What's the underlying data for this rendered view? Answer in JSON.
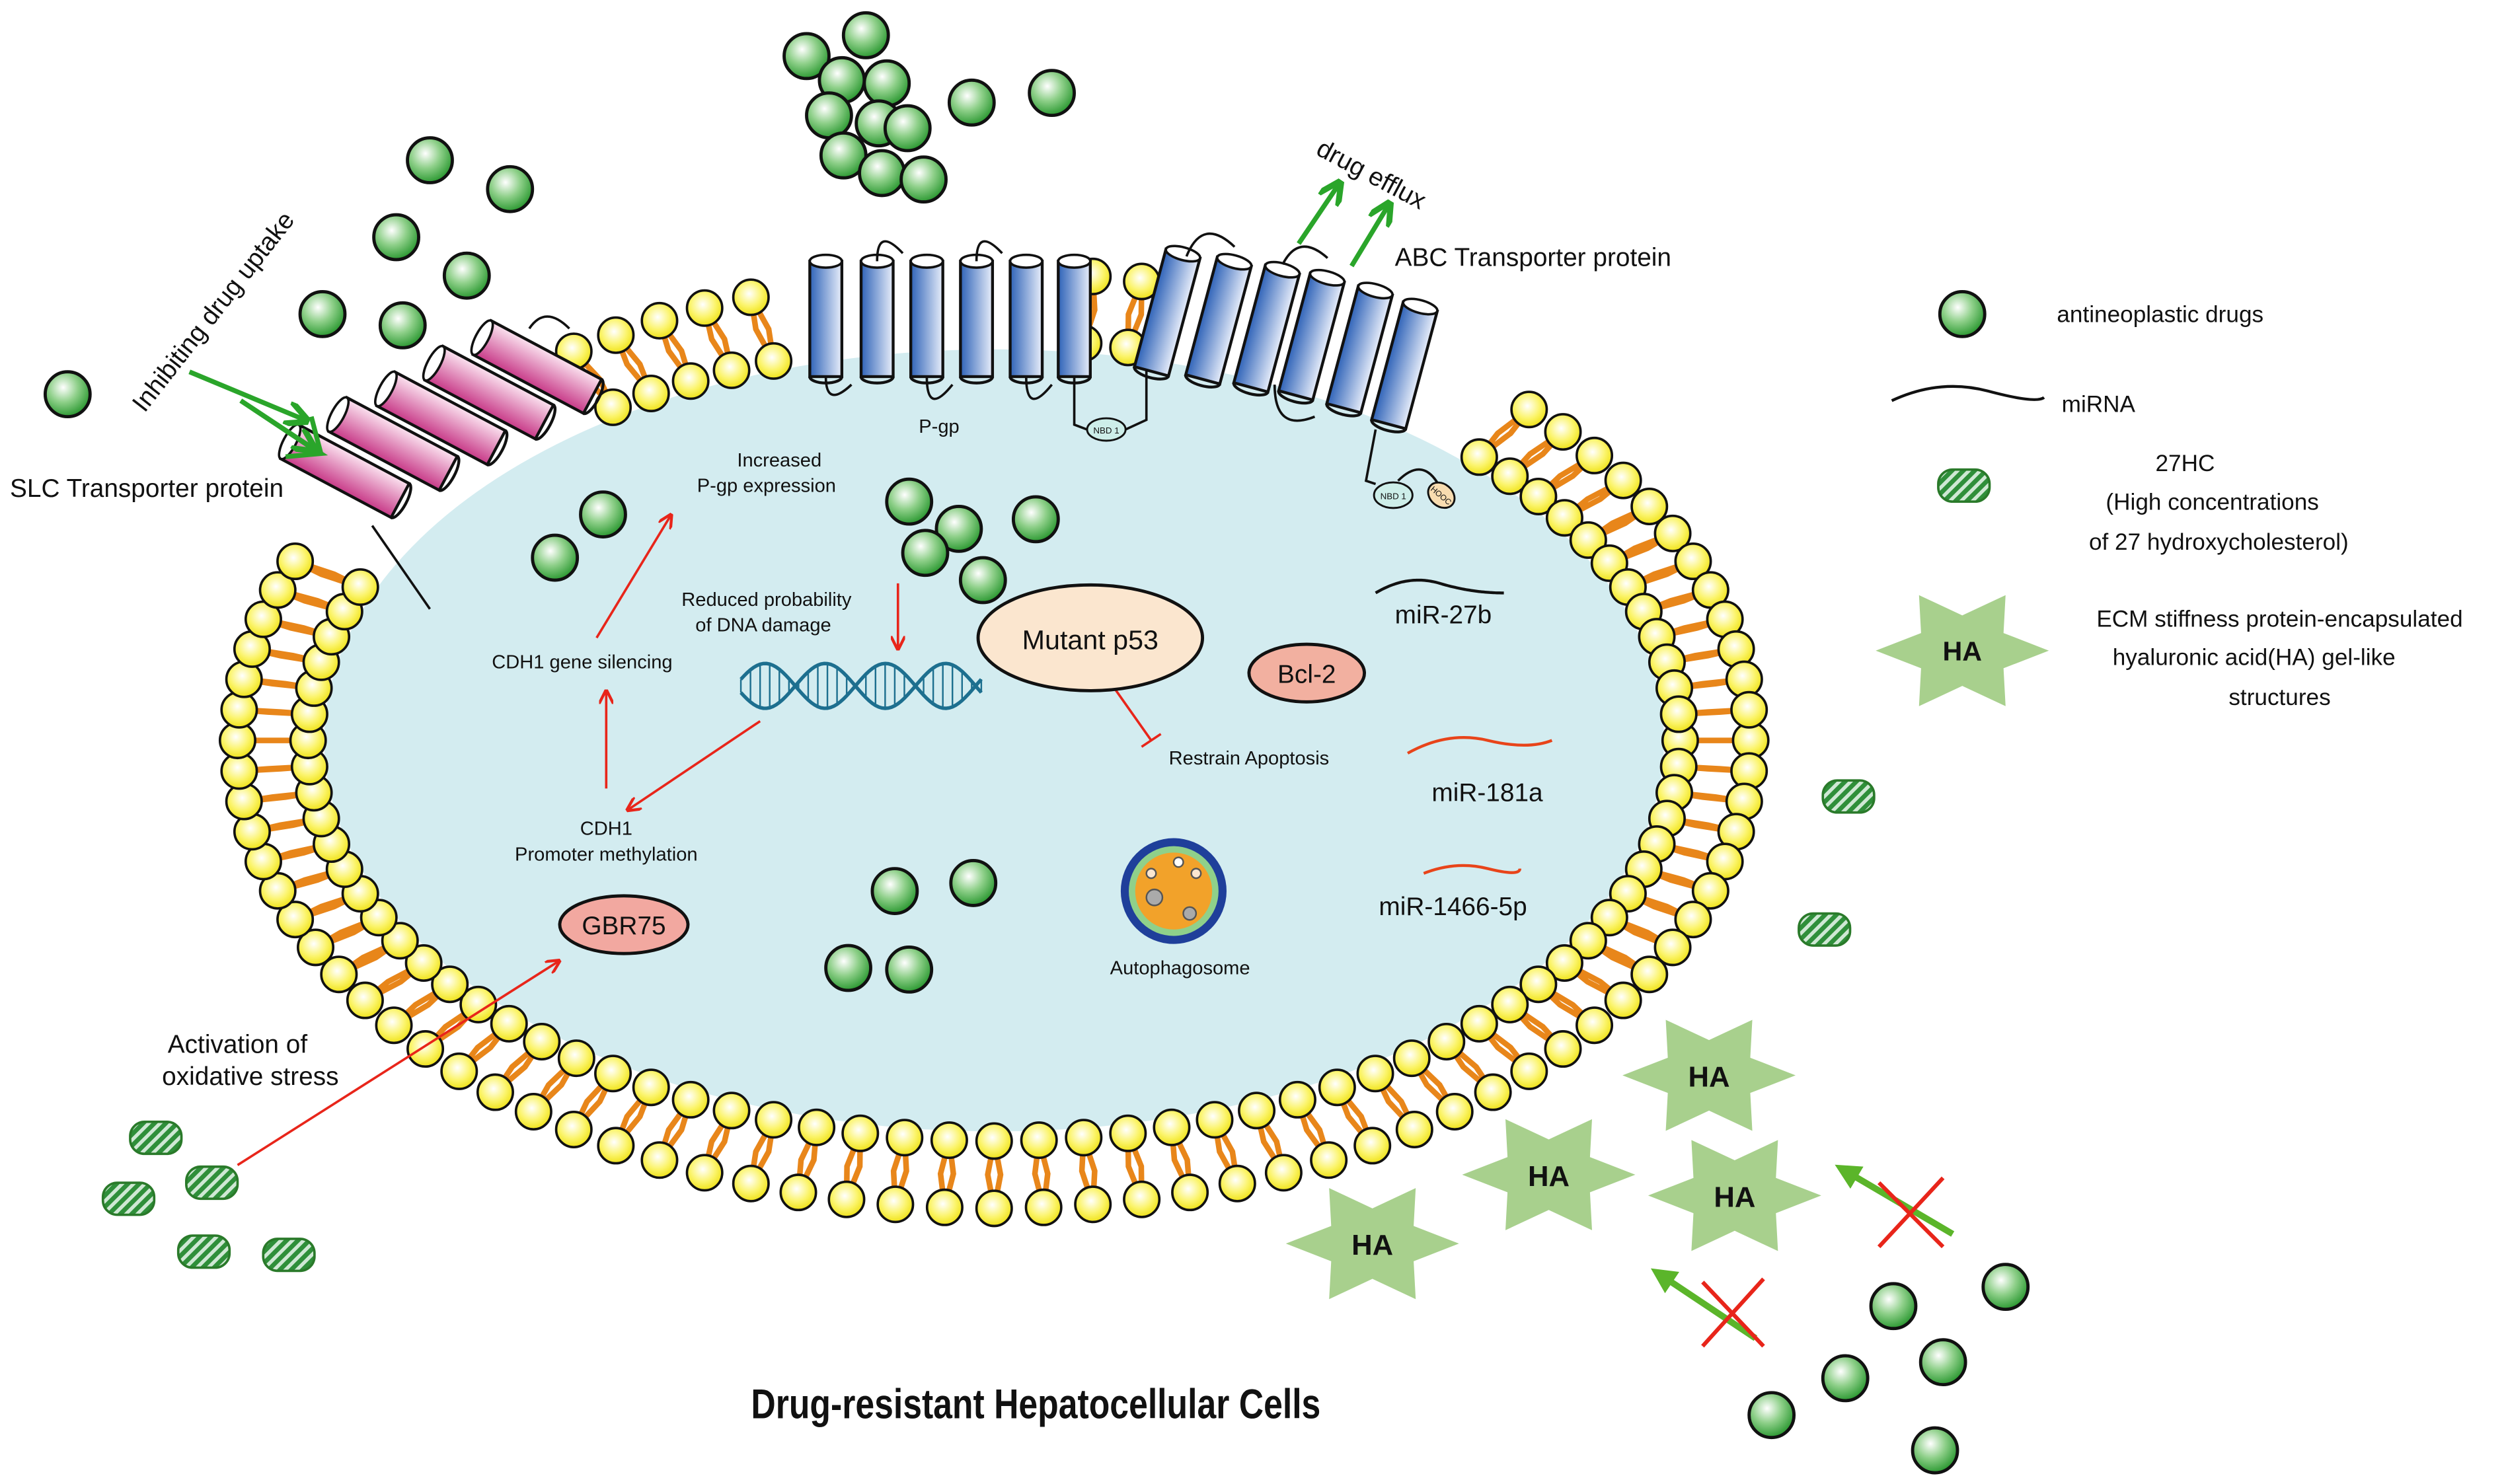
{
  "title": "Drug-resistant Hepatocellular Cells",
  "transporters": {
    "slc": "SLC Transporter protein",
    "abc": "ABC Transporter protein",
    "pgp": "P-gp",
    "nbd1": "NBD 1",
    "nbd1b": "NBD 1",
    "hooc": "HOOC"
  },
  "labels": {
    "inhibiting_uptake": "Inhibiting drug uptake",
    "drug_efflux": "drug efflux",
    "increased_pgp_1": "Increased",
    "increased_pgp_2": "P-gp expression",
    "reduced_dna_1": "Reduced probability",
    "reduced_dna_2": "of DNA damage",
    "cdh1_silencing": "CDH1 gene silencing",
    "cdh1_meth_1": "CDH1",
    "cdh1_meth_2": "Promoter methylation",
    "mutant_p53": "Mutant p53",
    "bcl2": "Bcl-2",
    "restrain_apoptosis": "Restrain Apoptosis",
    "gbr75": "GBR75",
    "autophagosome": "Autophagosome",
    "mir27b": "miR-27b",
    "mir181a": "miR-181a",
    "mir1466": "miR-1466-5p",
    "oxidative_1": "Activation of",
    "oxidative_2": "oxidative stress",
    "ha": "HA"
  },
  "legend": {
    "drugs": "antineoplastic drugs",
    "mirna": "miRNA",
    "hc_1": "27HC",
    "hc_2": "(High concentrations",
    "hc_3": "of 27 hydroxycholesterol)",
    "ha_badge": "HA",
    "ecm_1": "ECM stiffness protein-encapsulated",
    "ecm_2": "hyaluronic acid(HA) gel-like",
    "ecm_3": "structures"
  },
  "colors": {
    "cytoplasm": "#d3ecf0",
    "lipid_head": "#f7ef3a",
    "lipid_tail": "#e8861a",
    "drug": "#3aa43a",
    "slc": "#d24a92",
    "abc": "#3b6fc0",
    "arrow_red": "#e8251a",
    "arrow_green": "#2aa52a",
    "ha_star": "#a8d08d",
    "dna": "#1d6f8f",
    "p53": "#fbe6cf",
    "bcl2": "#f2b0a0"
  }
}
